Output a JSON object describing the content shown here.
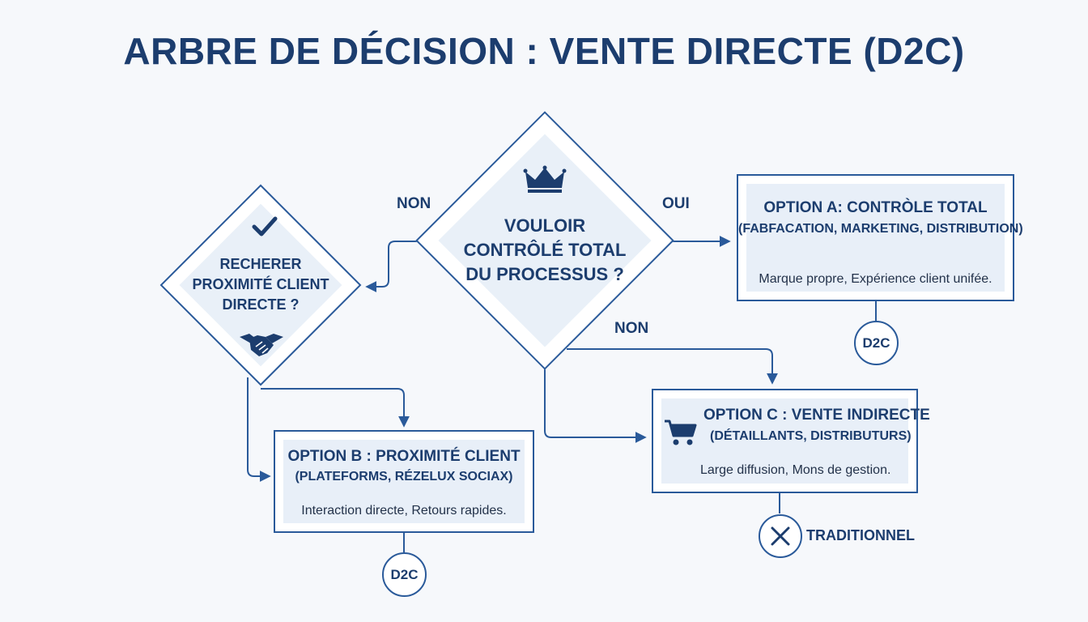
{
  "title": "ARBRE DE DÉCISION : VENTE DIRECTE (D2C)",
  "colors": {
    "primary": "#1c3d6e",
    "line": "#2a5a9a",
    "panel": "#e8eff8"
  },
  "question_main": {
    "line1": "VOULOIR",
    "line2": "CONTRÔLÉ TOTAL",
    "line3": "DU PROCESSUS ?",
    "icon": "crown-icon"
  },
  "question_secondary": {
    "line1": "RECHERER",
    "line2": "PROXIMITÉ CLIENT",
    "line3": "DIRECTE ?",
    "icon_top": "checkmark-icon",
    "icon_bottom": "handshake-icon"
  },
  "branches": {
    "oui": "OUI",
    "non_left": "NON",
    "non_down": "NON"
  },
  "option_a": {
    "title": "OPTION A: CONTRÒLE TOTAL",
    "subtitle": "(FABFACATION, MARKETING, DISTRIBUTION)",
    "description": "Marque propre, Expérience client unifée.",
    "outcome": "D2C"
  },
  "option_b": {
    "title": "OPTION B : PROXIMITÉ CLIENT",
    "subtitle": "(PLATEFORMS, RÉZELUX SOCIAX)",
    "description": "Interaction directe, Retours rapides.",
    "outcome": "D2C"
  },
  "option_c": {
    "title": "OPTION C : VENTE INDIRECTE",
    "subtitle": "(DÉTAILLANTS, DISTRIBUTURS)",
    "description": "Large diffusion, Mons de gestion.",
    "icon": "shopping-cart-icon",
    "outcome": "TRADITIONNEL",
    "outcome_icon": "x-circle-icon"
  }
}
